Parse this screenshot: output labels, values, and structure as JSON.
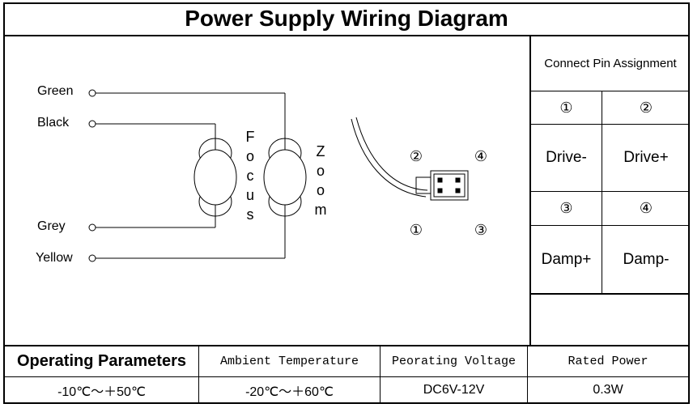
{
  "title": "Power Supply Wiring Diagram",
  "wires": {
    "green": "Green",
    "black": "Black",
    "grey": "Grey",
    "yellow": "Yellow"
  },
  "motor_labels": {
    "focus": [
      "F",
      "o",
      "c",
      "u",
      "s"
    ],
    "zoom": [
      "Z",
      "o",
      "o",
      "m"
    ]
  },
  "connector_pins": {
    "top_left": "②",
    "top_right": "④",
    "bottom_left": "①",
    "bottom_right": "③"
  },
  "pin_assignment": {
    "header": "Connect Pin Assignment",
    "pins": [
      {
        "number": "①",
        "label": "Drive-"
      },
      {
        "number": "②",
        "label": "Drive+"
      },
      {
        "number": "③",
        "label": "Damp+"
      },
      {
        "number": "④",
        "label": "Damp-"
      }
    ]
  },
  "parameters": {
    "header": "Operating Parameters",
    "header_value": "-10℃～＋50℃",
    "columns": [
      {
        "name": "Ambient Temperature",
        "value": "-20℃～＋60℃"
      },
      {
        "name": "Peorating Voltage",
        "value": "DC6V-12V"
      },
      {
        "name": "Rated Power",
        "value": "0.3W"
      }
    ]
  }
}
